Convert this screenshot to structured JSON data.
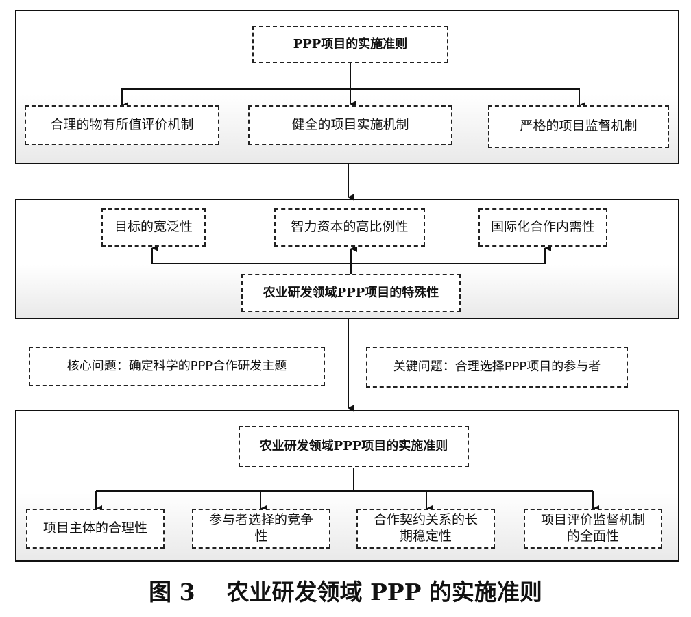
{
  "diagram": {
    "panel1": {
      "title": "PPP项目的实施准则",
      "items": [
        "合理的物有所值评价机制",
        "健全的项目实施机制",
        "严格的项目监督机制"
      ]
    },
    "panel2": {
      "title": "农业研发领域PPP项目的特殊性",
      "items": [
        "目标的宽泛性",
        "智力资本的高比例性",
        "国际化合作内需性"
      ]
    },
    "issues": {
      "core": "核心问题：确定科学的PPP合作研发主题",
      "key": "关键问题：合理选择PPP项目的参与者"
    },
    "panel3": {
      "title": "农业研发领域PPP项目的实施准则",
      "items": [
        "项目主体的合理性",
        "参与者选择的竞争\n性",
        "合作契约关系的长\n期稳定性",
        "项目评价监督机制\n的全面性"
      ]
    }
  },
  "caption": "图 3    农业研发领域 PPP 的实施准则"
}
